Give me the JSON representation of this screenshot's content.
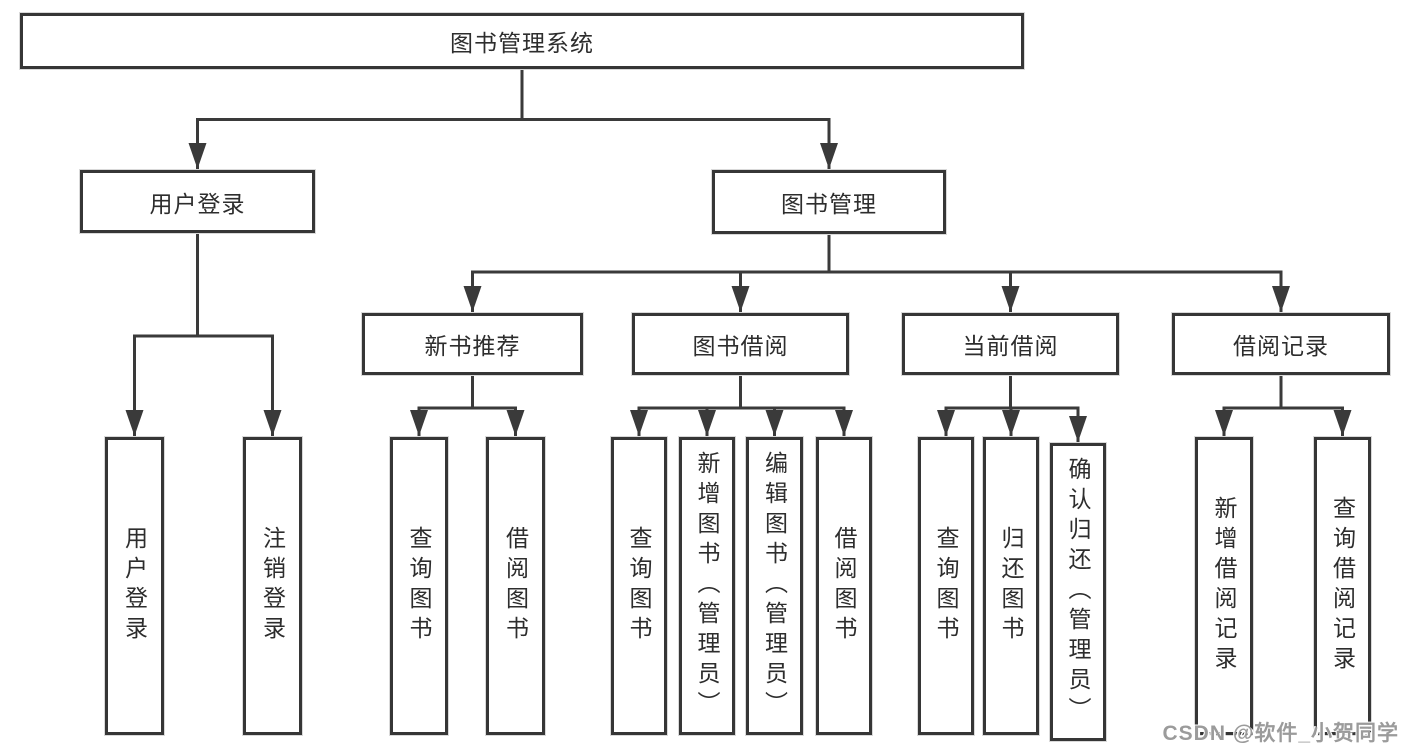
{
  "tree": {
    "root": {
      "label": "图书管理系统",
      "children": [
        {
          "label": "用户登录",
          "children": [
            {
              "label": "用户登录"
            },
            {
              "label": "注销登录"
            }
          ]
        },
        {
          "label": "图书管理",
          "children": [
            {
              "label": "新书推荐",
              "children": [
                {
                  "label": "查询图书"
                },
                {
                  "label": "借阅图书"
                }
              ]
            },
            {
              "label": "图书借阅",
              "children": [
                {
                  "label": "查询图书"
                },
                {
                  "label": "新增图书（管理员）"
                },
                {
                  "label": "编辑图书（管理员）"
                },
                {
                  "label": "借阅图书"
                }
              ]
            },
            {
              "label": "当前借阅",
              "children": [
                {
                  "label": "查询图书"
                },
                {
                  "label": "归还图书"
                },
                {
                  "label": "确认归还（管理员）"
                }
              ]
            },
            {
              "label": "借阅记录",
              "children": [
                {
                  "label": "新增借阅记录"
                },
                {
                  "label": "查询借阅记录"
                }
              ]
            }
          ]
        }
      ]
    }
  },
  "watermark": {
    "text": "CSDN @软件_小贺同学"
  },
  "colors": {
    "line": "#3a3a3a",
    "box-border": "#363636",
    "text": "#2d2d2d",
    "watermark": "#9b9b9b",
    "background": "#ffffff"
  }
}
